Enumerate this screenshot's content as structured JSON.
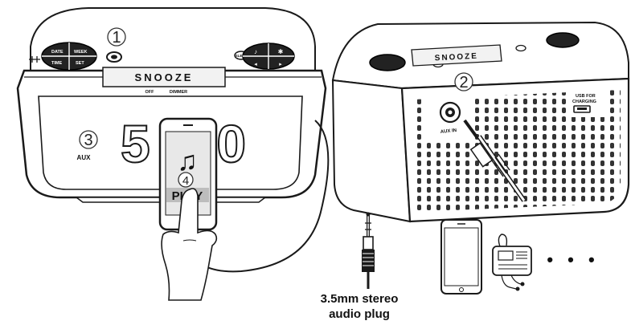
{
  "callouts": [
    "1",
    "2",
    "3",
    "4"
  ],
  "left_device": {
    "display_label": "SNOOZE",
    "display_sub_left": "OFF",
    "display_sub_right": "DIMMER",
    "time_display": "5:20",
    "left_button_labels": [
      "DATE",
      "WEEK",
      "TIME",
      "SET"
    ],
    "right_small_label": "SLEEP",
    "aux_label": "AUX"
  },
  "phone": {
    "play_label": "PLAY",
    "music_icon": "music-note-icon"
  },
  "right_device": {
    "display_label": "SNOOZE",
    "aux_in_label": "AUX IN",
    "usb_label_line1": "USB FOR",
    "usb_label_line2": "CHARGING"
  },
  "caption": {
    "line1": "3.5mm stereo",
    "line2": "audio plug"
  },
  "ellipsis": "• • •",
  "colors": {
    "stroke": "#1a1a1a",
    "display": "#f2f2f2",
    "play_bg": "#bdbdbd"
  }
}
